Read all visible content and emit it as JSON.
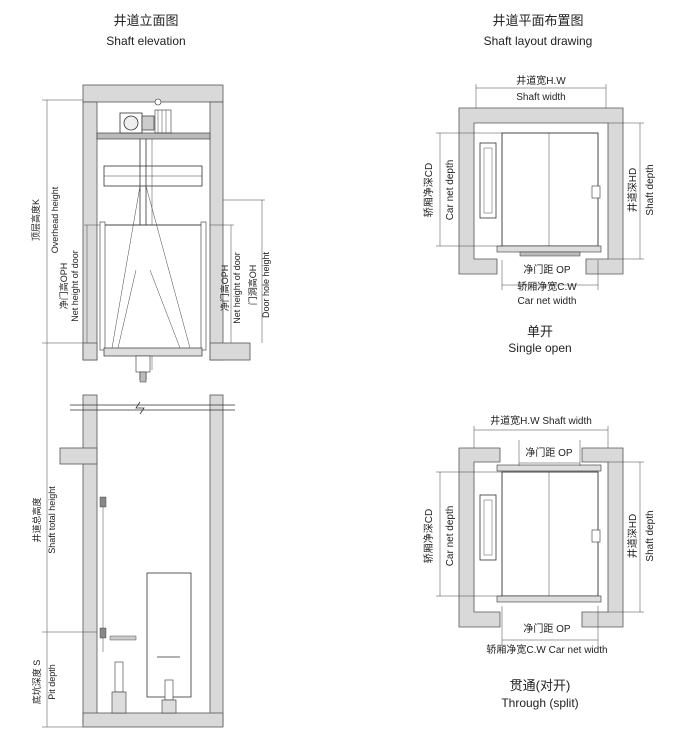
{
  "elevation": {
    "title_cn": "井道立面图",
    "title_en": "Shaft elevation",
    "overhead_cn": "顶层高度K",
    "overhead_en": "Overhead height",
    "oph_left_cn": "净门高OPH",
    "oph_left_en": "Net height of door",
    "oph_right_cn": "净门高OPH",
    "oph_right_en": "Net height of door",
    "oh_cn": "门洞高OH",
    "oh_en": "Door hole height",
    "total_cn": "井道总高度",
    "total_en": "Shaft total height",
    "pit_cn": "底坑深度 S",
    "pit_en": "Pit depth"
  },
  "layout": {
    "title_cn": "井道平面布置图",
    "title_en": "Shaft layout drawing"
  },
  "single": {
    "hw_cn": "井道宽H.W",
    "hw_en": "Shaft width",
    "cd_cn": "轿厢净深CD",
    "cd_en": "Car net depth",
    "hd_cn": "井道深HD",
    "hd_en": "Shaft depth",
    "op": "净门距 OP",
    "cw_cn": "轿厢净宽C.W",
    "cw_en": "Car net width",
    "caption_cn": "单开",
    "caption_en": "Single open"
  },
  "through": {
    "hw": "井道宽H.W  Shaft width",
    "op_top": "净门距 OP",
    "cd_cn": "轿厢净深CD",
    "cd_en": "Car net depth",
    "hd_cn": "井道深HD",
    "hd_en": "Shaft depth",
    "op_bottom": "净门距 OP",
    "cw": "轿厢净宽C.W   Car net width",
    "caption_cn": "贯通(对开)",
    "caption_en": "Through (split)"
  }
}
